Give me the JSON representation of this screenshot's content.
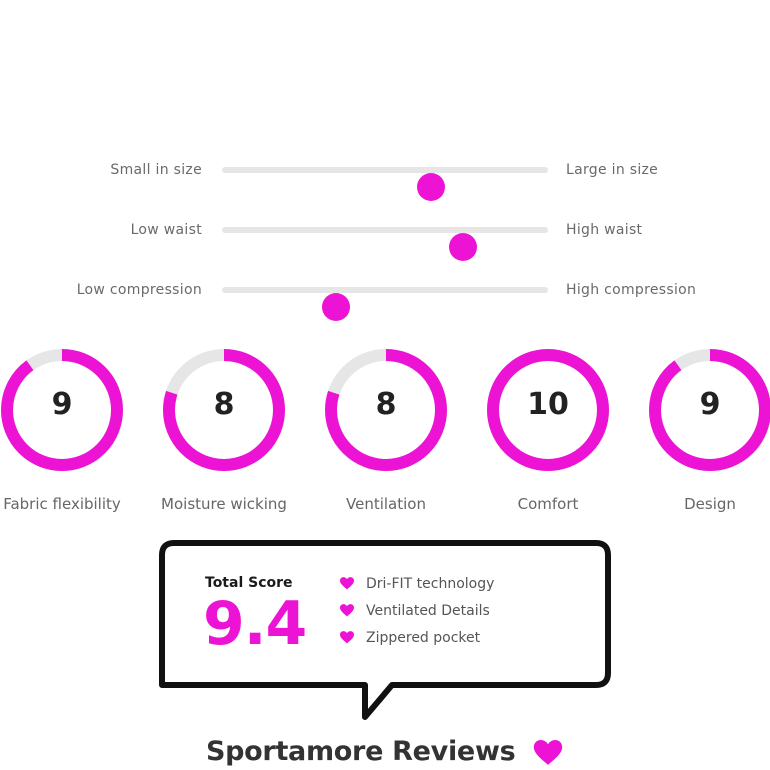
{
  "sliders": [
    {
      "left_label": "Small in size",
      "right_label": "Large in size",
      "value": 0.64
    },
    {
      "left_label": "Low waist",
      "right_label": "High waist",
      "value": 0.74
    },
    {
      "left_label": "Low compression",
      "right_label": "High compression",
      "value": 0.35
    }
  ],
  "ratings": [
    {
      "label": "Fabric flexibility",
      "score": "9",
      "value": 9,
      "max": 10
    },
    {
      "label": "Moisture wicking",
      "score": "8",
      "value": 8,
      "max": 10
    },
    {
      "label": "Ventilation",
      "score": "8",
      "value": 8,
      "max": 10
    },
    {
      "label": "Comfort",
      "score": "10",
      "value": 10,
      "max": 10
    },
    {
      "label": "Design",
      "score": "9",
      "value": 9,
      "max": 10
    }
  ],
  "summary": {
    "title": "Total Score",
    "score": "9.4",
    "features": [
      "Dri-FIT technology",
      "Ventilated Details",
      "Zippered pocket"
    ]
  },
  "brand": {
    "name": "Sportamore Reviews"
  },
  "colors": {
    "accent": "#ec13d4",
    "track": "#e6e6e6",
    "text": "#333333"
  },
  "icons": {
    "feature_bullet": "heart-icon",
    "brand_mark": "heart-icon"
  }
}
